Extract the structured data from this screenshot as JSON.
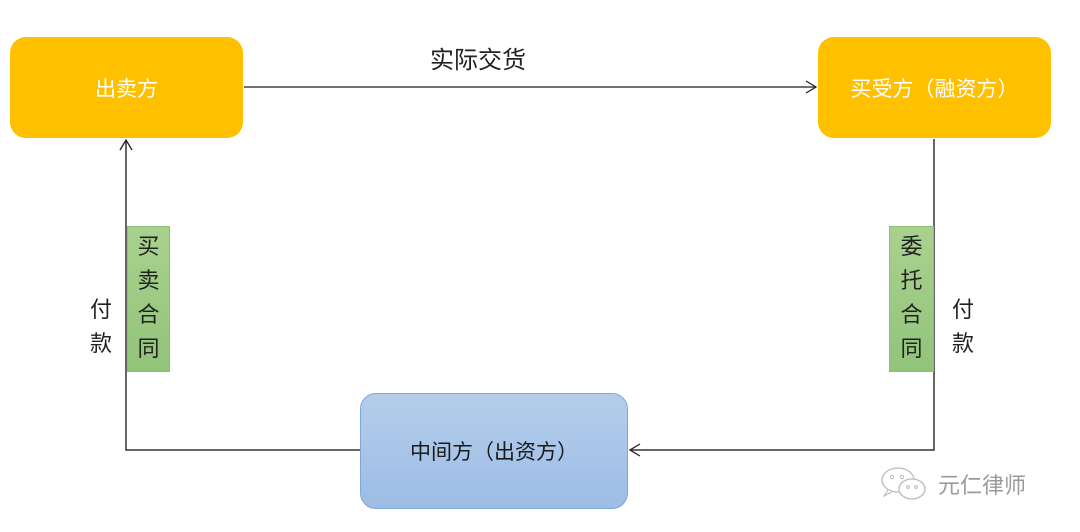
{
  "nodes": {
    "seller": {
      "label": "出卖方",
      "color": "#FFC000"
    },
    "buyer": {
      "label": "买受方（融资方）",
      "color": "#FFC000"
    },
    "intermediary": {
      "label": "中间方（出资方）",
      "color": "#9DBDE6"
    }
  },
  "edges": {
    "delivery": {
      "from": "seller",
      "to": "buyer",
      "label": "实际交货"
    },
    "payment_left": {
      "from": "intermediary",
      "to": "seller",
      "label": [
        "付",
        "款"
      ],
      "contract": [
        "买",
        "卖",
        "合",
        "同"
      ]
    },
    "payment_right": {
      "from": "buyer",
      "to": "intermediary",
      "label": [
        "付",
        "款"
      ],
      "contract": [
        "委",
        "托",
        "合",
        "同"
      ]
    }
  },
  "watermark": {
    "text": "元仁律师",
    "icon": "wechat-icon"
  },
  "colors": {
    "contract_box": "#A9D18E",
    "line": "#333333"
  }
}
